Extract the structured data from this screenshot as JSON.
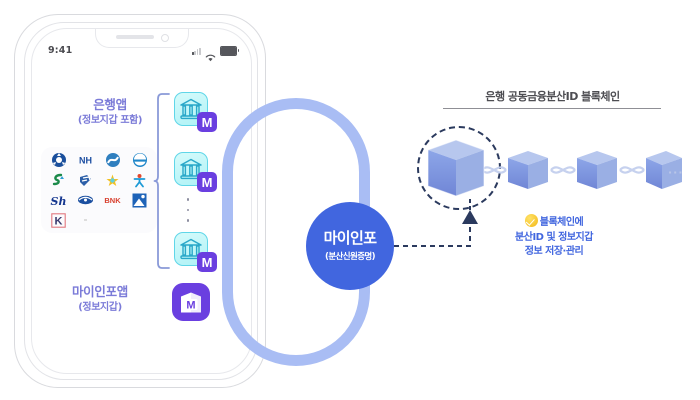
{
  "diagram": {
    "title_right": "은행 공동금융분산ID 블록체인",
    "phone": {
      "status": {
        "clock": "9:41",
        "signal_icon": "cellular-signal-icon",
        "wifi_icon": "wifi-icon",
        "battery_icon": "battery-icon"
      },
      "bank_label": {
        "line1": "은행앱",
        "line2": "(정보지갑 포함)"
      },
      "myinfo_label": {
        "line1": "마이인포앱",
        "line2": "(정보지갑)"
      },
      "bank_logos": [
        {
          "name": "woori-bank-logo"
        },
        {
          "name": "nh-bank-logo"
        },
        {
          "name": "kb-kookmin-bank-logo"
        },
        {
          "name": "hana-bank-logo"
        },
        {
          "name": "sc-jeil-bank-logo"
        },
        {
          "name": "kdb-industrial-bank-logo"
        },
        {
          "name": "kbank-star-logo"
        },
        {
          "name": "busan-bank-logo"
        },
        {
          "name": "shinhan-bank-logo"
        },
        {
          "name": "ibk-bank-logo"
        },
        {
          "name": "bnk-bank-logo"
        },
        {
          "name": "gwangju-bank-logo"
        },
        {
          "name": "kakaobank-logo"
        }
      ],
      "bank_apps": [
        {
          "badge": "M",
          "icon": "bank-building-icon"
        },
        {
          "badge": "M",
          "icon": "bank-building-icon"
        },
        {
          "badge": "M",
          "icon": "bank-building-icon"
        }
      ],
      "apps_more_indicator": "vertical-ellipsis",
      "myinfo_app": {
        "badge": "M",
        "icon": "wallet-icon"
      }
    },
    "center_circle": {
      "line1": "마이인포",
      "line2": "(분산신원증명)"
    },
    "blockchain": {
      "highlight_block_icon": "highlighted-cube-icon",
      "blocks": [
        {
          "name": "block-cube-1"
        },
        {
          "name": "block-cube-2"
        },
        {
          "name": "block-cube-3"
        }
      ],
      "trailing": "···"
    },
    "note": {
      "badge_icon": "check-badge-icon",
      "line1": "블록체인에",
      "line2": "분산ID 및 정보지갑",
      "line3": "정보 저장·관리"
    }
  },
  "colors": {
    "accent_blue": "#4166df",
    "pill_blue": "#a9bdf4",
    "label_violet": "#7b7bd8",
    "badge_purple": "#6a3fe0",
    "cyan_app": "#5fd6e8",
    "check_yellow": "#f2b816",
    "cube_blue": "#7b93e0",
    "dash_navy": "#2b3a5e",
    "rule_gray": "#8f8f95"
  }
}
